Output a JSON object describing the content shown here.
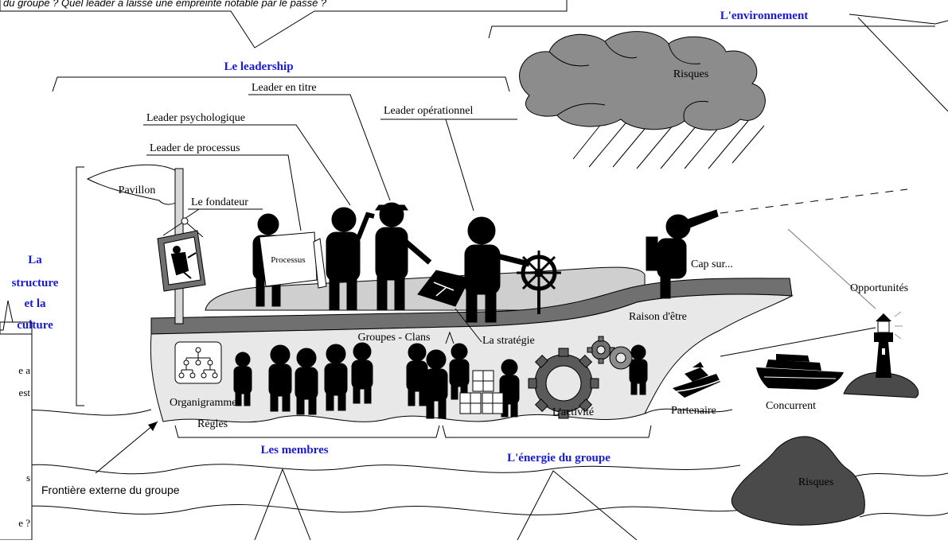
{
  "colors": {
    "heading_blue": "#1a1adc",
    "figure_black": "#000000",
    "cloud_gray": "#8c8c8c",
    "hull_gray": "#e8e8e8",
    "deck_dark": "#707070",
    "cabin_light": "#cfcfcf",
    "rock_dark": "#4a4a4a"
  },
  "callouts": {
    "top": "du groupe ? Quel leader a laissé une empreinte notable par le passé ?",
    "left_lines": [
      "e a",
      "est",
      "",
      "",
      "s",
      "",
      "e ?"
    ]
  },
  "headings": {
    "leadership": "Le leadership",
    "environment": "L'environnement",
    "structure": [
      "La",
      "structure",
      "et la",
      "culture"
    ],
    "members": "Les membres",
    "energy": "L'énergie du groupe"
  },
  "labels": {
    "leader_title": "Leader en titre",
    "leader_psych": "Leader psychologique",
    "leader_process": "Leader de processus",
    "leader_ops": "Leader opérationnel",
    "flag": "Pavillon",
    "founder": "Le fondateur",
    "process_board": "Processus",
    "heading_to": "Cap sur...",
    "opportunities": "Opportunités",
    "purpose": "Raison d'être",
    "groups": "Groupes - Clans",
    "strategy": "La stratégie",
    "org_chart": "Organigramme",
    "rules": "Règles",
    "activity": "L'activité",
    "partner": "Partenaire",
    "competitor": "Concurrent",
    "risks_cloud": "Risques",
    "risks_rock": "Risques",
    "boundary": "Frontière externe du groupe"
  }
}
